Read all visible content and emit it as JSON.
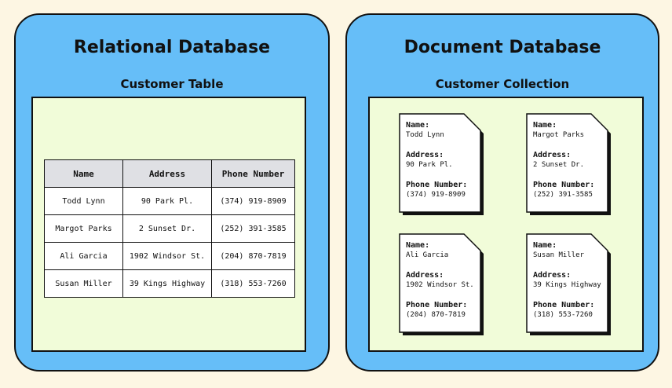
{
  "relational": {
    "title": "Relational Database",
    "subtitle": "Customer Table",
    "table": {
      "headers": [
        "Name",
        "Address",
        "Phone Number"
      ],
      "rows": [
        [
          "Todd Lynn",
          "90 Park Pl.",
          "(374) 919-8909"
        ],
        [
          "Margot Parks",
          "2 Sunset Dr.",
          "(252) 391-3585"
        ],
        [
          "Ali Garcia",
          "1902 Windsor St.",
          "(204) 870-7819"
        ],
        [
          "Susan Miller",
          "39 Kings Highway",
          "(318) 553-7260"
        ]
      ]
    }
  },
  "document": {
    "title": "Document Database",
    "subtitle": "Customer Collection",
    "field_labels": {
      "name": "Name:",
      "address": "Address:",
      "phone": "Phone Number:"
    },
    "docs": [
      {
        "name": "Todd Lynn",
        "address": "90 Park Pl.",
        "phone": "(374) 919-8909"
      },
      {
        "name": "Margot Parks",
        "address": "2 Sunset Dr.",
        "phone": "(252) 391-3585"
      },
      {
        "name": "Ali Garcia",
        "address": "1902 Windsor St.",
        "phone": "(204) 870-7819"
      },
      {
        "name": "Susan Miller",
        "address": "39 Kings Highway",
        "phone": "(318) 553-7260"
      }
    ]
  },
  "colors": {
    "background": "#fdf6e3",
    "panel": "#66bef8",
    "inner": "#f1fcd9",
    "header_row": "#dfe0e4"
  }
}
